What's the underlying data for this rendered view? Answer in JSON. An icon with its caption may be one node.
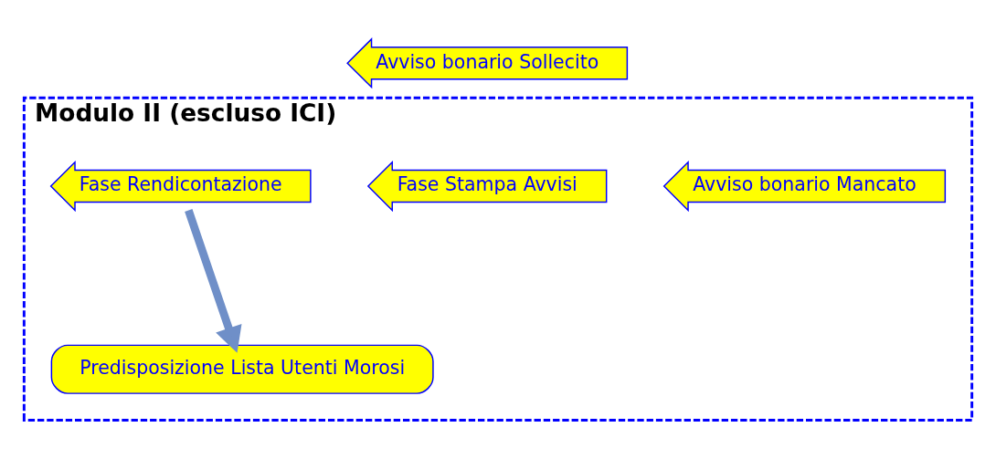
{
  "diagram": {
    "nodes": [
      {
        "text": [
          "Modulo II (escluso ICI)"
        ]
      },
      {
        "text": [
          "Avviso bonario Sollecito"
        ]
      },
      {
        "text": [
          "Fase Rendicontazione"
        ],
        "in": 0
      },
      {
        "text": [
          "Fase Stampa Avvisi"
        ],
        "in": 0
      },
      {
        "text": [
          "Avviso bonario Mancato"
        ],
        "in": 0
      },
      {
        "text": [
          "Predisposizione Lista Utenti Morosi"
        ],
        "in": 0
      }
    ],
    "edges": [
      {
        "from": 2,
        "to": 5,
        "arrow": "to"
      }
    ]
  }
}
